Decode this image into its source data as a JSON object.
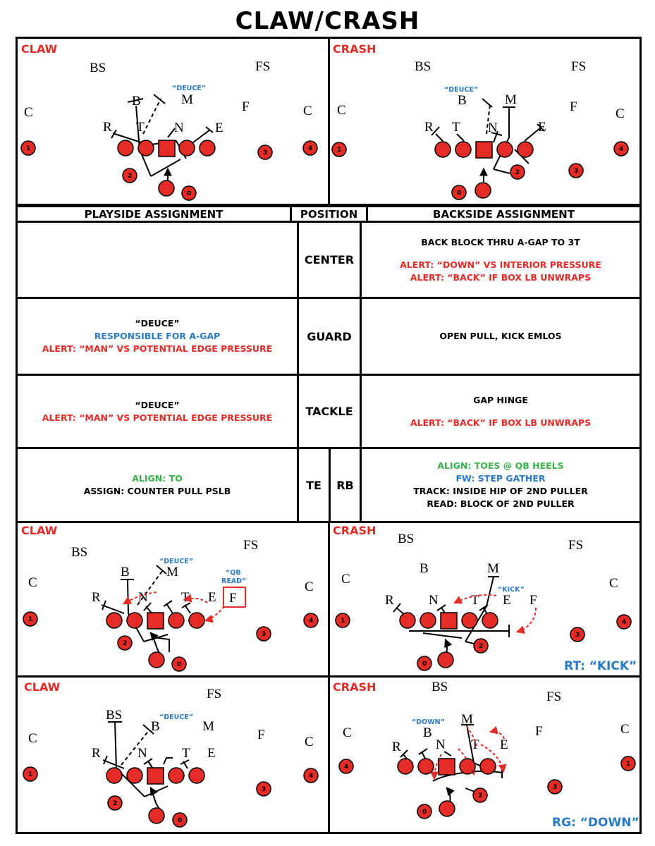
{
  "title": "CLAW/CRASH",
  "diagrams": {
    "d1": {
      "title": "CLAW",
      "BS": "BS",
      "FS": "FS",
      "B": "B",
      "M": "M",
      "F": "F",
      "R": "R",
      "T": "T",
      "N": "N",
      "E": "E",
      "C": "C",
      "C2": "C",
      "call": "“DEUCE”",
      "n1": "1",
      "n2": "2",
      "n0": "0",
      "n3": "3",
      "n4": "4"
    },
    "d2": {
      "title": "CRASH",
      "BS": "BS",
      "FS": "FS",
      "B": "B",
      "M": "M",
      "F": "F",
      "R": "R",
      "T": "T",
      "N": "N",
      "E": "E",
      "C": "C",
      "C2": "C",
      "call": "“DEUCE”",
      "n1": "1",
      "n2": "2",
      "n0": "0",
      "n3": "3",
      "n4": "4"
    },
    "d3": {
      "title": "CLAW",
      "BS": "BS",
      "FS": "FS",
      "B": "B",
      "M": "M",
      "F": "F",
      "R": "R",
      "T": "T",
      "N": "N",
      "E": "E",
      "C": "C",
      "C2": "C",
      "call": "“DEUCE”",
      "qb1": "“QB",
      "qb2": "READ”",
      "n1": "1",
      "n2": "2",
      "n0": "0",
      "n3": "3",
      "n4": "4"
    },
    "d4": {
      "title": "CRASH",
      "BS": "BS",
      "FS": "FS",
      "B": "B",
      "M": "M",
      "F": "F",
      "R": "R",
      "T": "T",
      "N": "N",
      "E": "E",
      "C": "C",
      "C2": "C",
      "call": "“KICK”",
      "tag": "RT: “KICK”",
      "n1": "1",
      "n2": "2",
      "n0": "0",
      "n3": "3",
      "n4": "4"
    },
    "d5": {
      "title": "CLAW",
      "BS": "BS",
      "FS": "FS",
      "B": "B",
      "M": "M",
      "F": "F",
      "R": "R",
      "T": "T",
      "N": "N",
      "E": "E",
      "C": "C",
      "C2": "C",
      "call": "“DEUCE”",
      "n1": "1",
      "n2": "2",
      "n0": "0",
      "n3": "3",
      "n4": "4"
    },
    "d6": {
      "title": "CRASH",
      "BS": "BS",
      "FS": "FS",
      "B": "B",
      "M": "M",
      "F": "F",
      "R": "R",
      "T": "T",
      "N": "N",
      "E": "E",
      "C": "C",
      "C2": "C",
      "call": "“DOWN”",
      "tag": "RG: “DOWN”",
      "n1": "1",
      "n2": "2",
      "n0": "0",
      "n3": "3",
      "n4": "4"
    }
  },
  "table": {
    "headers": {
      "playside": "PLAYSIDE ASSIGNMENT",
      "position": "POSITION",
      "backside": "BACKSIDE ASSIGNMENT"
    },
    "center": {
      "position": "CENTER",
      "backside_1": "BACK BLOCK THRU A-GAP TO 3T",
      "backside_2": "ALERT: “DOWN” VS INTERIOR PRESSURE",
      "backside_3": "ALERT: “BACK” IF BOX LB UNWRAPS"
    },
    "guard": {
      "position": "GUARD",
      "playside_1": "“DEUCE”",
      "playside_2": "RESPONSIBLE FOR A-GAP",
      "playside_3": "ALERT: “MAN” VS POTENTIAL EDGE PRESSURE",
      "backside_1": "OPEN PULL, KICK EMLOS"
    },
    "tackle": {
      "position": "TACKLE",
      "playside_1": "“DEUCE”",
      "playside_2": "ALERT: “MAN” VS POTENTIAL EDGE PRESSURE",
      "backside_1": "GAP HINGE",
      "backside_2": "ALERT: “BACK” IF BOX LB UNWRAPS"
    },
    "te_rb": {
      "position_te": "TE",
      "position_rb": "RB",
      "playside_1": "ALIGN: TO",
      "playside_2": "ASSIGN: COUNTER PULL PSLB",
      "backside_1": "ALIGN: TOES @ QB HEELS",
      "backside_2": "FW: STEP GATHER",
      "backside_3": "TRACK: INSIDE HIP OF 2ND PULLER",
      "backside_4": "READ: BLOCK OF 2ND PULLER"
    }
  },
  "colors": {
    "accent_red": "#e52b25",
    "call_blue": "#2b7bc4",
    "align_green": "#3ab24a",
    "player_red": "#e52b25"
  }
}
